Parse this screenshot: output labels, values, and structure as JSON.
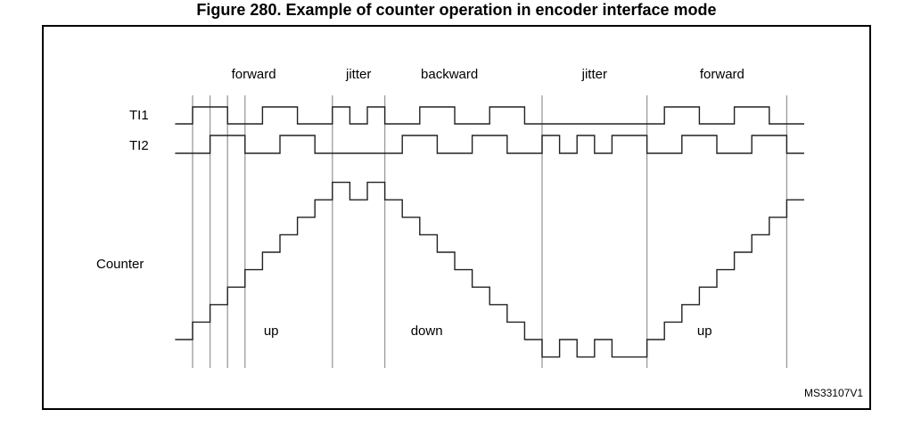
{
  "title": "Figure 280. Example of counter operation in encoder interface mode",
  "reference_code": "MS33107V1",
  "chart_data": {
    "type": "timing",
    "phases": [
      {
        "label": "forward",
        "t_center": 3.5
      },
      {
        "label": "jitter",
        "t_center": 9.5
      },
      {
        "label": "backward",
        "t_center": 14.7
      },
      {
        "label": "jitter",
        "t_center": 23
      },
      {
        "label": "forward",
        "t_center": 30.3
      }
    ],
    "direction_labels": [
      {
        "label": "up",
        "t_center": 4.5
      },
      {
        "label": "down",
        "t_center": 13.4
      },
      {
        "label": "up",
        "t_center": 29.3
      }
    ],
    "time_range": [
      -1,
      35
    ],
    "markers": [
      0,
      1,
      2,
      3,
      8,
      11,
      20,
      26,
      34
    ],
    "signals": [
      {
        "name": "TI1",
        "initial": 0,
        "edges": [
          [
            0,
            1
          ],
          [
            2,
            0
          ],
          [
            4,
            1
          ],
          [
            6,
            0
          ],
          [
            8,
            1
          ],
          [
            9,
            0
          ],
          [
            10,
            1
          ],
          [
            11,
            0
          ],
          [
            13,
            1
          ],
          [
            15,
            0
          ],
          [
            17,
            1
          ],
          [
            19,
            0
          ],
          [
            27,
            1
          ],
          [
            29,
            0
          ],
          [
            31,
            1
          ],
          [
            33,
            0
          ]
        ]
      },
      {
        "name": "TI2",
        "initial": 0,
        "edges": [
          [
            1,
            1
          ],
          [
            3,
            0
          ],
          [
            5,
            1
          ],
          [
            7,
            0
          ],
          [
            12,
            1
          ],
          [
            14,
            0
          ],
          [
            16,
            1
          ],
          [
            18,
            0
          ],
          [
            20,
            1
          ],
          [
            21,
            0
          ],
          [
            22,
            1
          ],
          [
            23,
            0
          ],
          [
            24,
            1
          ],
          [
            26,
            0
          ],
          [
            28,
            1
          ],
          [
            30,
            0
          ],
          [
            32,
            1
          ],
          [
            34,
            0
          ]
        ]
      }
    ],
    "counter": {
      "name": "Counter",
      "initial": 0,
      "edges": [
        [
          0,
          1
        ],
        [
          1,
          2
        ],
        [
          2,
          3
        ],
        [
          3,
          4
        ],
        [
          4,
          5
        ],
        [
          5,
          6
        ],
        [
          6,
          7
        ],
        [
          7,
          8
        ],
        [
          8,
          9
        ],
        [
          9,
          8
        ],
        [
          10,
          9
        ],
        [
          11,
          8
        ],
        [
          12,
          7
        ],
        [
          13,
          6
        ],
        [
          14,
          5
        ],
        [
          15,
          4
        ],
        [
          16,
          3
        ],
        [
          17,
          2
        ],
        [
          18,
          1
        ],
        [
          19,
          0
        ],
        [
          20,
          -1
        ],
        [
          21,
          0
        ],
        [
          22,
          -1
        ],
        [
          23,
          0
        ],
        [
          24,
          -1
        ],
        [
          26,
          0
        ],
        [
          27,
          1
        ],
        [
          28,
          2
        ],
        [
          29,
          3
        ],
        [
          30,
          4
        ],
        [
          31,
          5
        ],
        [
          32,
          6
        ],
        [
          33,
          7
        ],
        [
          34,
          8
        ]
      ]
    }
  }
}
